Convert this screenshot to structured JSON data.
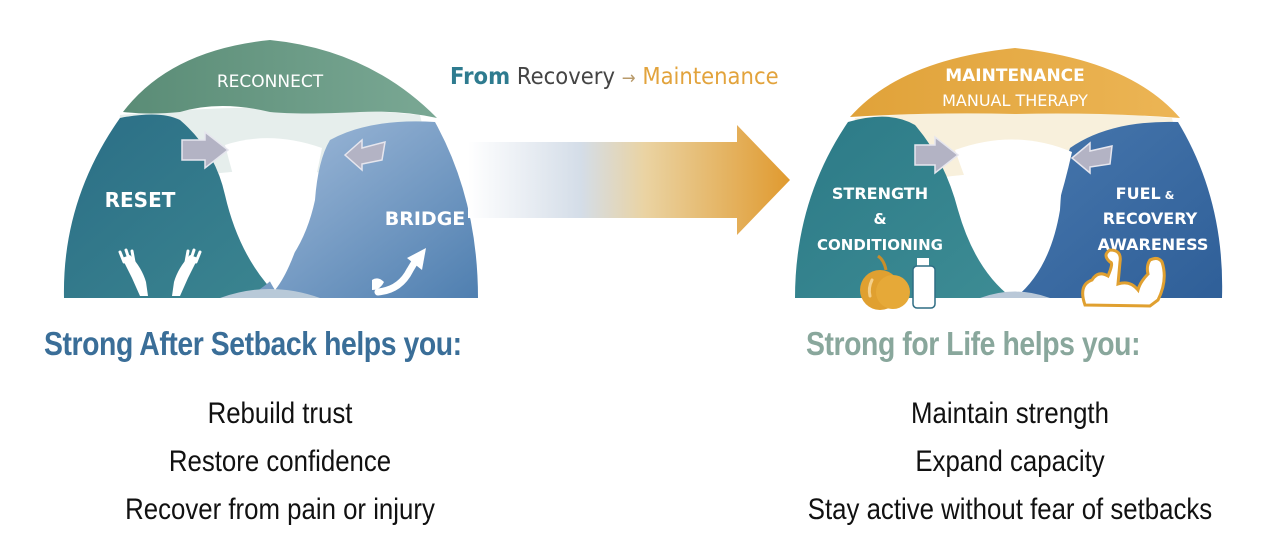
{
  "tagline": {
    "from": "From",
    "recovery": "Recovery",
    "arrow": "→",
    "maintenance": "Maintenance"
  },
  "left_arch": {
    "top_label": "RECONNECT",
    "left_label": "RESET",
    "right_label": "BRIDGE",
    "left_icon": "open-hands-icon",
    "right_icon": "curved-arrow-up-icon",
    "colors": {
      "top": "#5f917a",
      "left": "#2b6e86",
      "right": "#6b95c2"
    }
  },
  "right_arch": {
    "top_label_line1": "MAINTENANCE",
    "top_label_line2": "MANUAL THERAPY",
    "left_label_line1": "STRENGTH",
    "left_label_line2": "&",
    "left_label_line3": "CONDITIONING",
    "right_label_line1": "FUEL",
    "right_label_amp": "&",
    "right_label_line2": "RECOVERY",
    "right_label_line3": "AWARENESS",
    "left_icons": [
      "apple-icon",
      "water-bottle-icon"
    ],
    "right_icon": "flexed-bicep-icon",
    "colors": {
      "top": "#e4a83f",
      "left": "#2f7f8a",
      "right": "#3566a0"
    }
  },
  "transition_arrow": {
    "colors": {
      "start": "#ffffff",
      "mid": "#d5dde6",
      "end": "#e3a035"
    }
  },
  "left_section": {
    "heading": "Strong After Setback helps you:",
    "items": [
      "Rebuild trust",
      "Restore confidence",
      "Recover from pain or injury"
    ],
    "heading_color": "#3a6e98"
  },
  "right_section": {
    "heading": "Strong for Life helps you:",
    "items": [
      "Maintain strength",
      "Expand capacity",
      "Stay active without fear of setbacks"
    ],
    "heading_color": "#89a79c"
  }
}
